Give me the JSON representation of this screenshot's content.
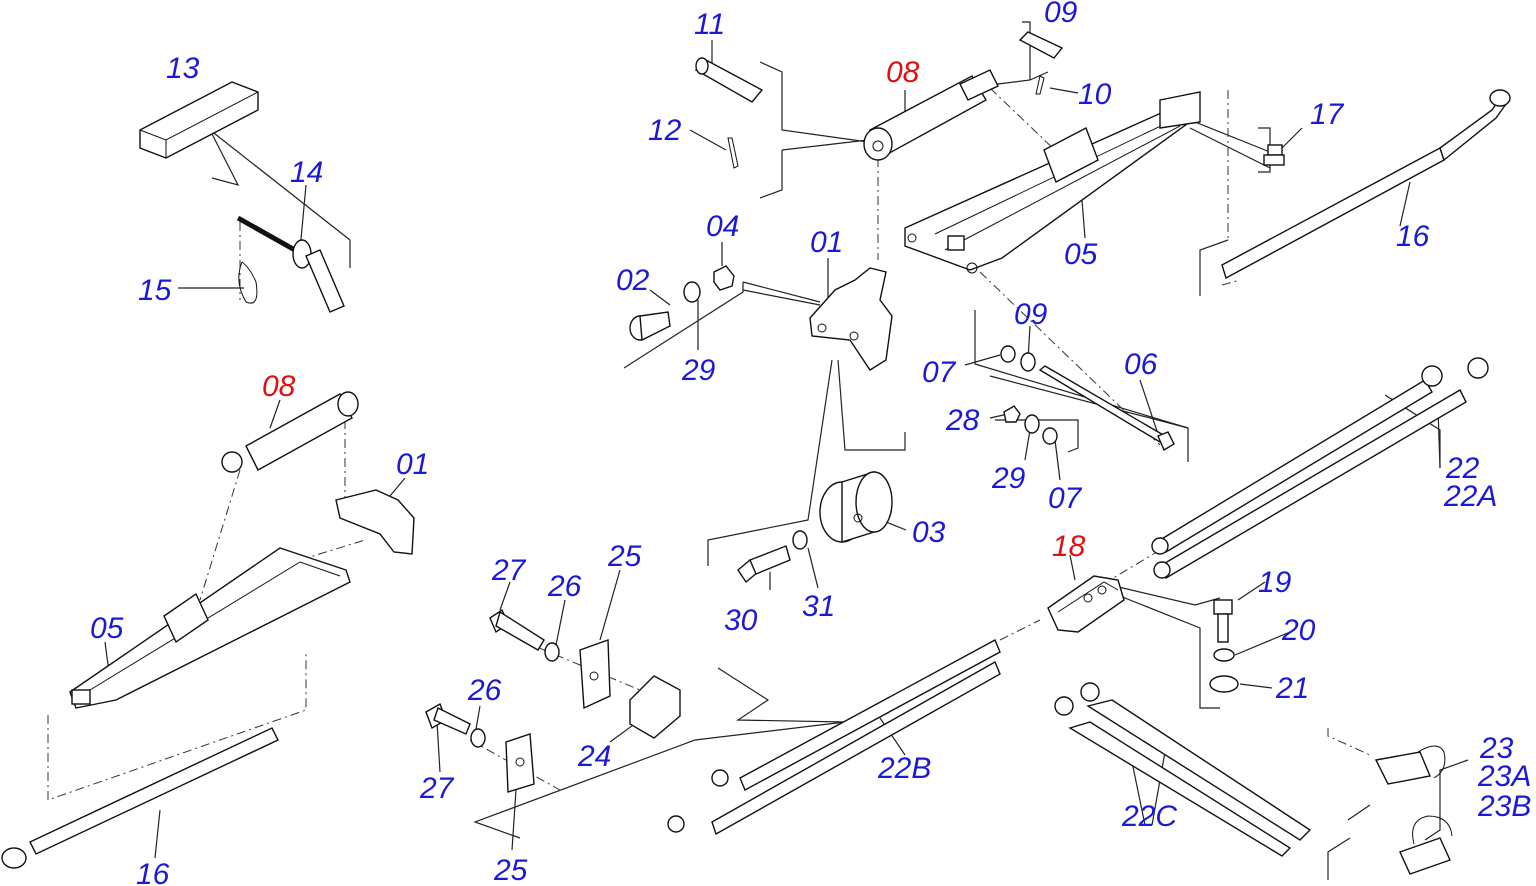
{
  "diagram": {
    "labels": {
      "p13": "13",
      "p14": "14",
      "p15": "15",
      "p11": "11",
      "p12": "12",
      "p08_top": "08",
      "p09_top": "09",
      "p10": "10",
      "p17": "17",
      "p16_right": "16",
      "p05_top": "05",
      "p01_top": "01",
      "p02": "02",
      "p04": "04",
      "p29_top": "29",
      "p09_mid": "09",
      "p07_a": "07",
      "p06": "06",
      "p28": "28",
      "p29_mid": "29",
      "p07_b": "07",
      "p22": "22",
      "p22A": "22A",
      "p03": "03",
      "p30": "30",
      "p31": "31",
      "p08_left": "08",
      "p01_left": "01",
      "p05_left": "05",
      "p16_left": "16",
      "p27_top": "27",
      "p26_top": "26",
      "p25_top": "25",
      "p24": "24",
      "p26_bot": "26",
      "p27_bot": "27",
      "p25_bot": "25",
      "p22B": "22B",
      "p18": "18",
      "p19": "19",
      "p20": "20",
      "p21": "21",
      "p22C": "22C",
      "p23": "23",
      "p23A": "23A",
      "p23B": "23B"
    },
    "colors": {
      "label_default": "#1a1ad6",
      "label_highlight": "#e01010",
      "line": "#222222"
    }
  }
}
